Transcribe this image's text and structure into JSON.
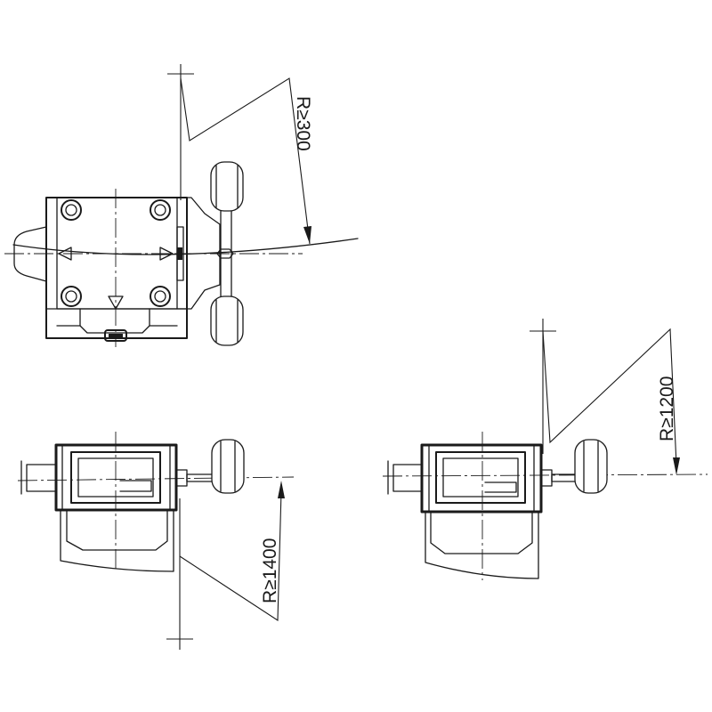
{
  "dimensions": {
    "top_radius": "R≥300",
    "left_radius": "R≥1400",
    "right_radius": "R≥1200"
  },
  "colors": {
    "line": "#1a1a1a",
    "background": "#ffffff"
  }
}
